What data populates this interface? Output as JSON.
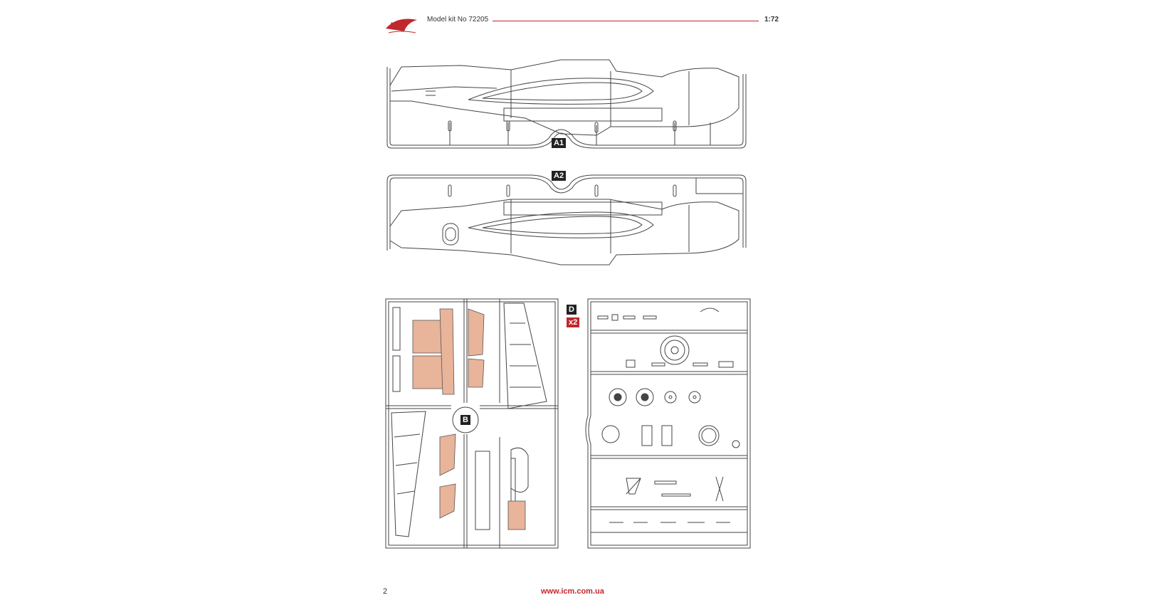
{
  "header": {
    "kit_title": "Model kit No 72205",
    "scale": "1:72",
    "brand_color": "#c0282d"
  },
  "sprues": {
    "a1": {
      "label": "A1"
    },
    "a2": {
      "label": "A2"
    },
    "b": {
      "label": "B"
    },
    "d": {
      "label": "D",
      "quantity": "x2"
    }
  },
  "part_fill_color": "#e8b49a",
  "footer": {
    "page_number": "2",
    "url": "www.icm.com.ua"
  }
}
